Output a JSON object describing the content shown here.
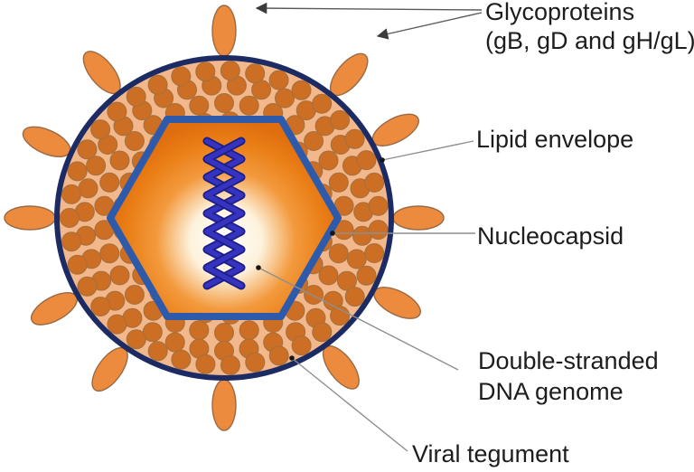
{
  "figure": {
    "background": "#ffffff",
    "labels": {
      "glycoproteins_line1": "Glycoproteins",
      "glycoproteins_line2": "(gB, gD and gH/gL)",
      "lipid_envelope": "Lipid envelope",
      "nucleocapsid": "Nucleocapsid",
      "dna_line1": "Double-stranded",
      "dna_line2": "DNA genome",
      "viral_tegument": "Viral tegument"
    },
    "colors": {
      "text": "#1d1d1d",
      "leader_line": "#8f8f8f",
      "arrow_line": "#5a5a5a",
      "arrow_head": "#3c3c3c",
      "pointer_dot": "#161616",
      "envelope_stroke": "#1c2b63",
      "tegument_fill": "#f2b78b",
      "tegument_dot": "#cc6e24",
      "tegument_dot_stroke": "#a2703f",
      "capsid_stroke": "#2e5aab",
      "capsid_gradient_center": "#ffffff",
      "capsid_gradient_inner": "#fdf2dc",
      "capsid_gradient_mid": "#f39a3e",
      "capsid_gradient_outer": "#ea7f17",
      "capsid_gradient_edge": "#e06e0e",
      "dna_strand": "#3434c0",
      "dna_strand_outline": "#1d1d86",
      "spike_fill": "#ec8a3d",
      "spike_stroke": "#9b6a44"
    }
  }
}
